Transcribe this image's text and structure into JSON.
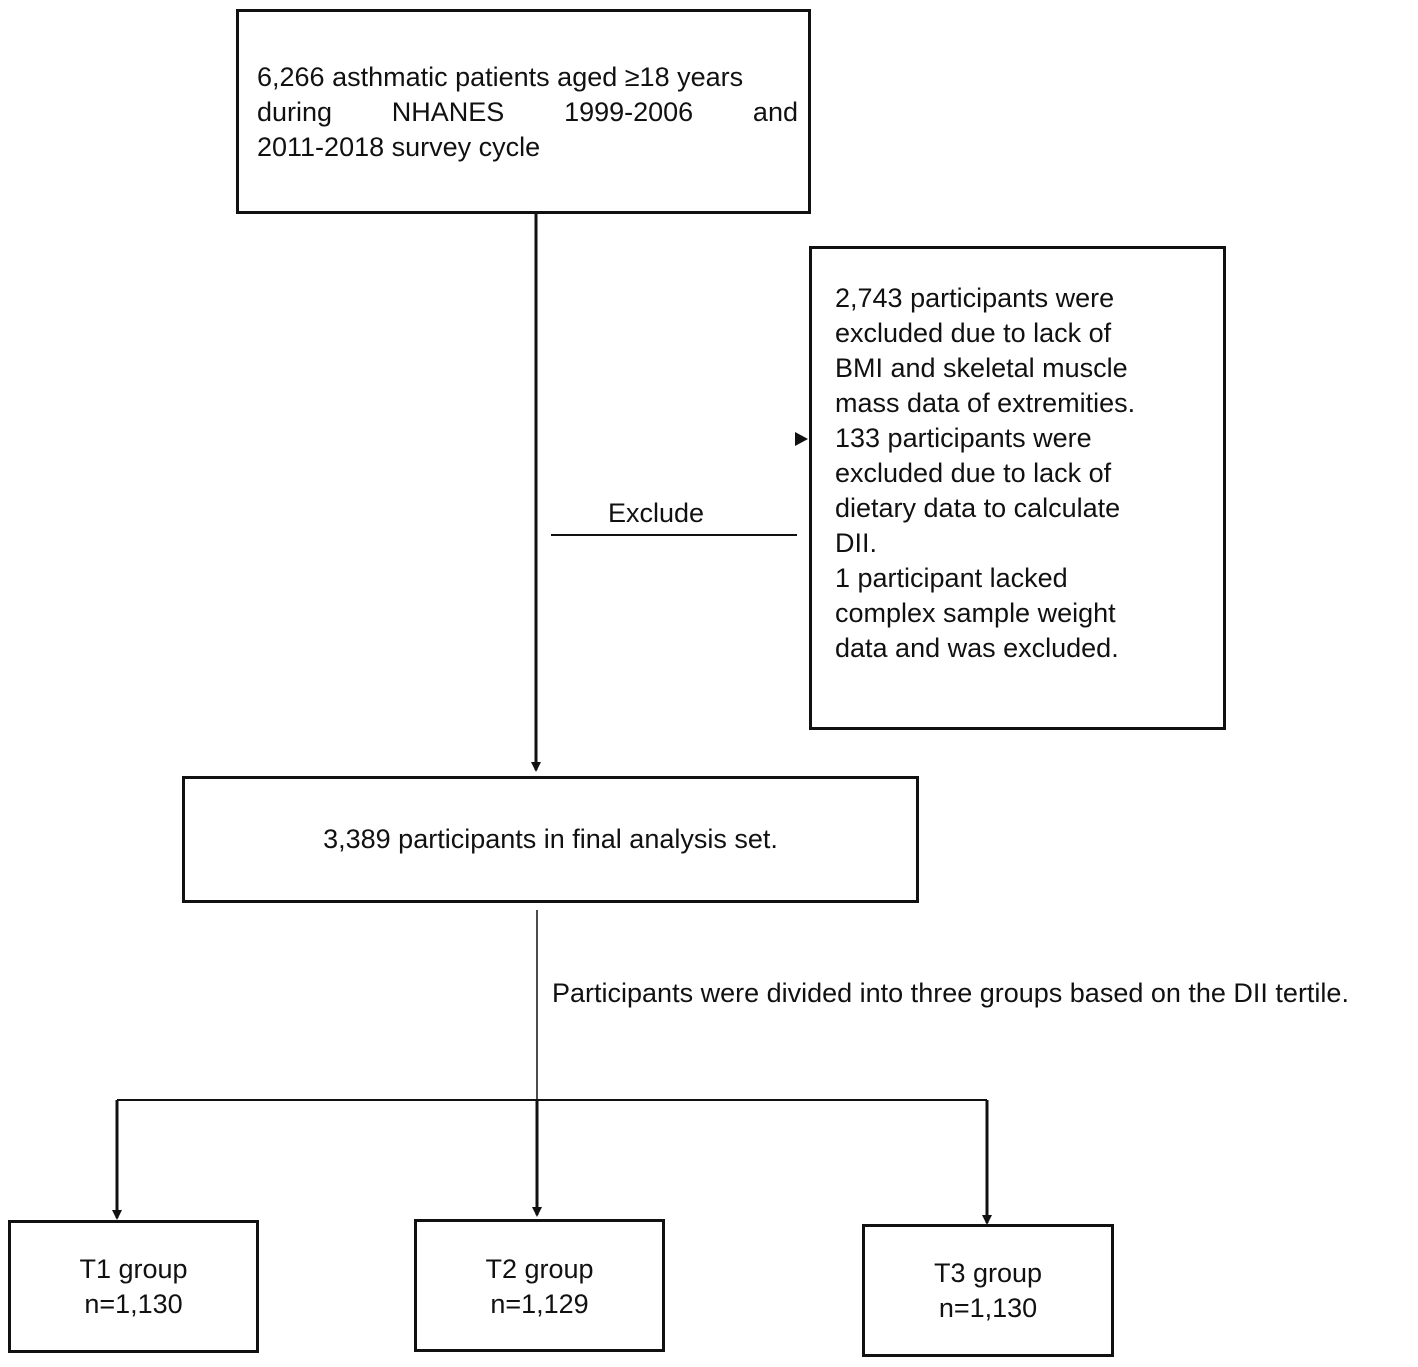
{
  "diagram": {
    "start_box": {
      "lines": [
        [
          "6,266 asthmatic  patients aged ≥18 years"
        ],
        [
          "during",
          "NHANES",
          "1999-2006",
          "and"
        ],
        [
          "2011-2018 survey cycle"
        ]
      ]
    },
    "exclude_label": "Exclude",
    "exclusion_box": {
      "lines": [
        "2,743 participants were",
        "excluded due to lack of",
        "BMI and skeletal muscle",
        "mass data of extremities.",
        "133 participants were",
        "excluded due to lack of",
        "dietary data to calculate",
        "DII.",
        "1  participant lacked",
        "complex sample weight",
        "data and was excluded."
      ]
    },
    "final_box": {
      "text": "3,389 participants in final analysis set."
    },
    "split_note": "Participants were divided into three groups based on the DII tertile.",
    "groups": [
      {
        "name": "T1 group",
        "count": "n=1,130"
      },
      {
        "name": "T2 group",
        "count": "n=1,129"
      },
      {
        "name": "T3 group",
        "count": "n=1,130"
      }
    ]
  }
}
